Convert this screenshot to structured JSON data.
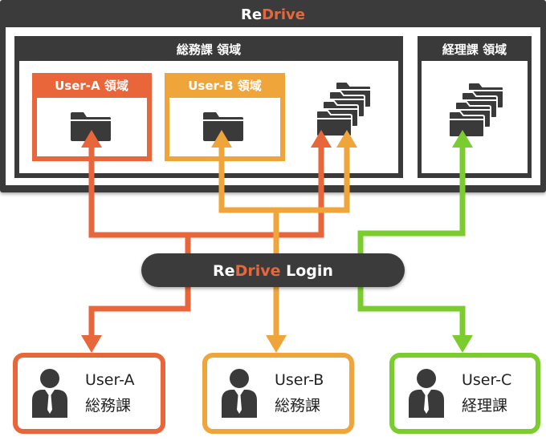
{
  "app": {
    "brand_prefix": "Re",
    "brand_suffix": "Drive"
  },
  "departments": {
    "general_affairs": "総務課 領域",
    "accounting": "経理課 領域"
  },
  "user_areas": {
    "user_a": "User-A 領域",
    "user_b": "User-B 領域"
  },
  "login": {
    "prefix": "Re",
    "middle": "Drive",
    "suffix": " Login"
  },
  "users": [
    {
      "name": "User-A",
      "dept": "総務課"
    },
    {
      "name": "User-B",
      "dept": "総務課"
    },
    {
      "name": "User-C",
      "dept": "経理課"
    }
  ],
  "colors": {
    "dark": "#3a3a3a",
    "brand_orange": "#e6683a",
    "user_a": "#e8663a",
    "user_b": "#f0a53b",
    "user_c": "#7acc2f"
  },
  "icons": {
    "folder": "folder-icon",
    "shared_folder": "stacked-folders-icon",
    "user": "user-icon"
  }
}
